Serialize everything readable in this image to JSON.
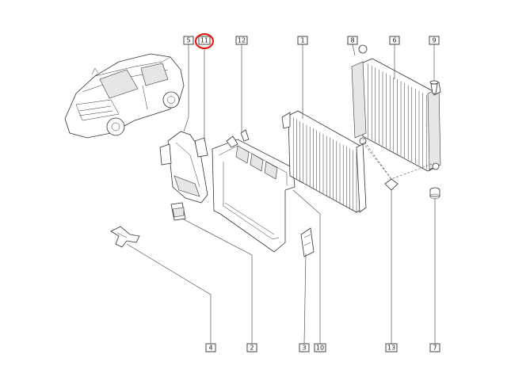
{
  "callouts": [
    {
      "id": "c5",
      "label": "5"
    },
    {
      "id": "c11",
      "label": "11",
      "highlighted": true
    },
    {
      "id": "c12",
      "label": "12"
    },
    {
      "id": "c1",
      "label": "1"
    },
    {
      "id": "c8",
      "label": "8"
    },
    {
      "id": "c6",
      "label": "6"
    },
    {
      "id": "c9",
      "label": "9"
    },
    {
      "id": "c4",
      "label": "4"
    },
    {
      "id": "c2",
      "label": "2"
    },
    {
      "id": "c3",
      "label": "3"
    },
    {
      "id": "c10",
      "label": "10"
    },
    {
      "id": "c13",
      "label": "13"
    },
    {
      "id": "c7",
      "label": "7"
    }
  ],
  "highlight_color": "#e0201a"
}
